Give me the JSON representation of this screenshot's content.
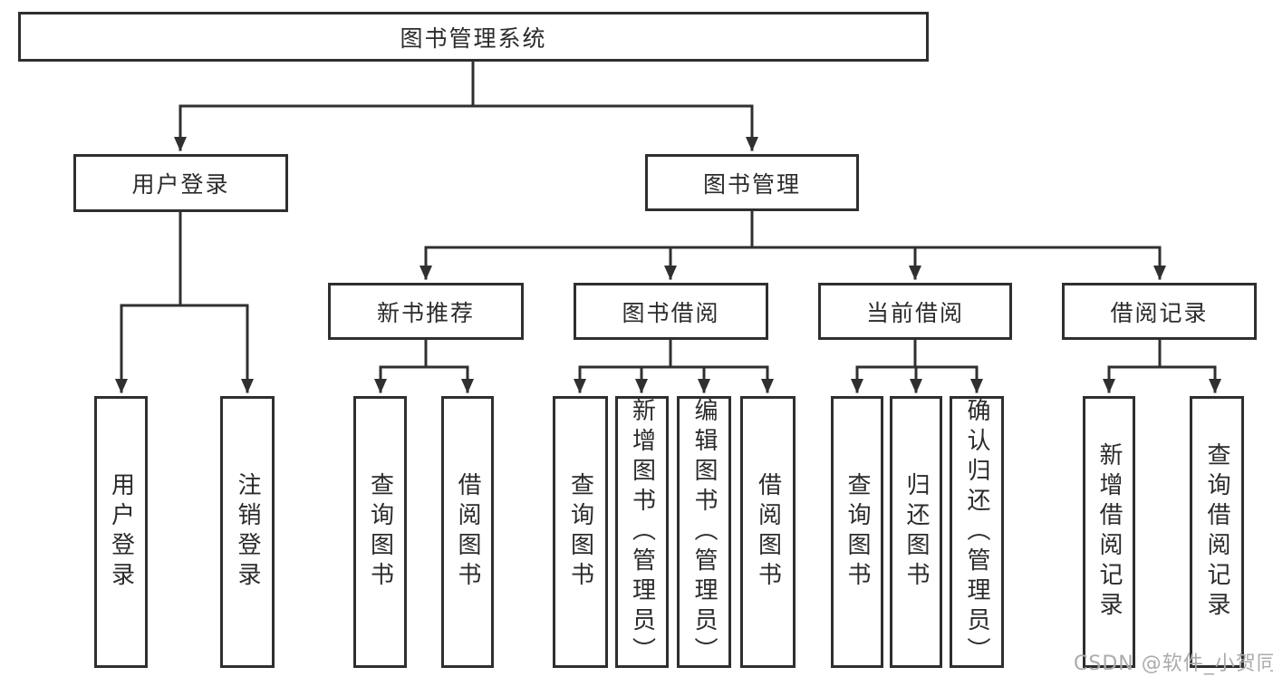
{
  "tree": {
    "label": "图书管理系统",
    "children": [
      {
        "label": "用户登录",
        "children": [
          {
            "label": "用户登录"
          },
          {
            "label": "注销登录"
          }
        ]
      },
      {
        "label": "图书管理",
        "children": [
          {
            "label": "新书推荐",
            "children": [
              {
                "label": "查询图书"
              },
              {
                "label": "借阅图书"
              }
            ]
          },
          {
            "label": "图书借阅",
            "children": [
              {
                "label": "查询图书"
              },
              {
                "label": "新增图书（管理员）"
              },
              {
                "label": "编辑图书（管理员）"
              },
              {
                "label": "借阅图书"
              }
            ]
          },
          {
            "label": "当前借阅",
            "children": [
              {
                "label": "查询图书"
              },
              {
                "label": "归还图书"
              },
              {
                "label": "确认归还（管理员）"
              }
            ]
          },
          {
            "label": "借阅记录",
            "children": [
              {
                "label": "新增借阅记录"
              },
              {
                "label": "查询借阅记录"
              }
            ]
          }
        ]
      }
    ]
  },
  "watermark": {
    "text": "CSDN @软件_小贺同学"
  },
  "colors": {
    "line": "#303030",
    "box_border": "#2f2f2f",
    "text": "#2b2b2b",
    "watermark": "#ababab",
    "background": "#ffffff"
  }
}
